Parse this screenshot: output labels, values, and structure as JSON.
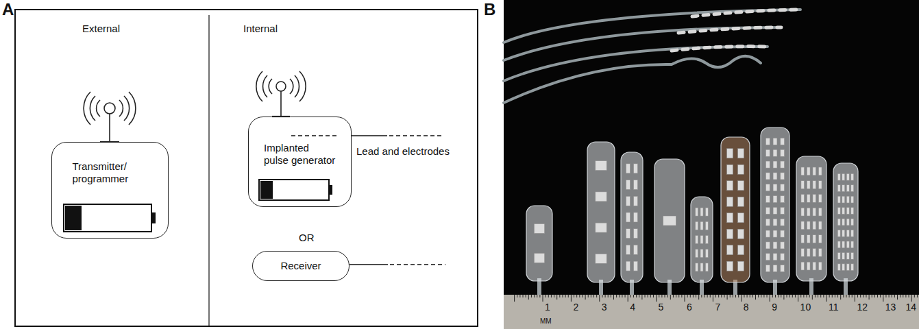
{
  "diagram": {
    "nodes": [
      {
        "text": [
          "Transmitter/ programmer"
        ]
      },
      {
        "text": [
          "Implanted pulse generator"
        ]
      },
      {
        "text": [
          "Receiver"
        ]
      }
    ],
    "labels": [
      "A",
      "External",
      "Internal",
      "Lead and electrodes",
      "OR",
      "B",
      "MM",
      "1",
      "2",
      "3",
      "4",
      "5",
      "6",
      "7",
      "8",
      "9",
      "10",
      "11",
      "12",
      "13",
      "14"
    ]
  }
}
